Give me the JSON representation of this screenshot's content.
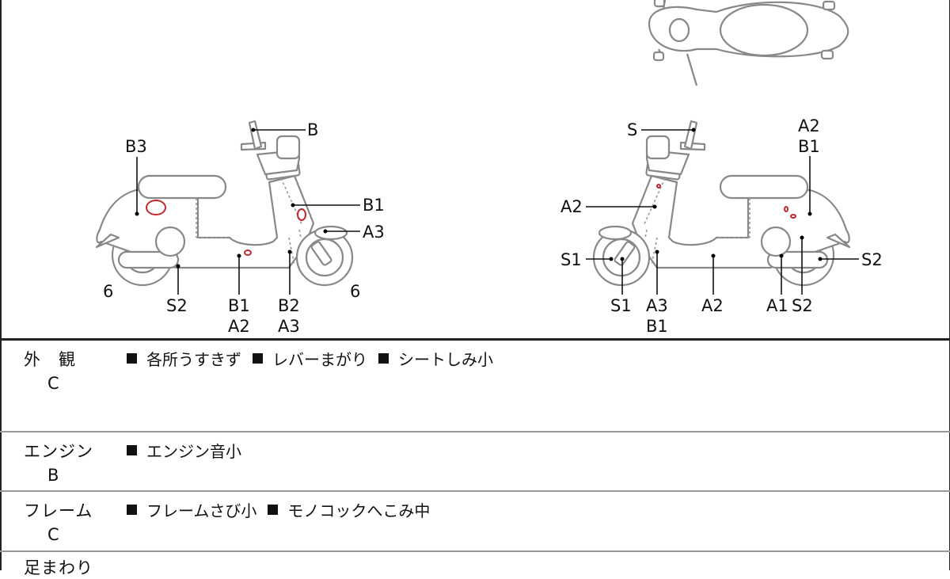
{
  "diagram": {
    "left_labels": {
      "handle": "B",
      "rear_body": "B3",
      "leg_shield": "B1",
      "front_fender": "A3",
      "rear_tire": "6",
      "front_tire": "6",
      "muffler": "S2",
      "floor_1": "B1",
      "floor_2": "A2",
      "lower_1": "B2",
      "lower_2": "A3"
    },
    "right_labels": {
      "handle": "S",
      "rear_1": "A2",
      "rear_2": "B1",
      "shield": "A2",
      "front_wheel_left": "S1",
      "front_wheel_bottom": "S1",
      "lower_1": "A3",
      "lower_2": "B1",
      "floor": "A2",
      "engine": "A1",
      "rear_axle": "S2",
      "rear_hub": "S2"
    },
    "colors": {
      "damage_mark": "#c0282d",
      "outline": "#888888"
    }
  },
  "sections": [
    {
      "category": "外　観",
      "grade": "C",
      "items": [
        "各所うすきず",
        "レバーまがり",
        "シートしみ小"
      ]
    },
    {
      "category": "エンジン",
      "grade": "B",
      "items": [
        "エンジン音小"
      ]
    },
    {
      "category": "フレーム",
      "grade": "C",
      "items": [
        "フレームさび小",
        "モノコックへこみ中"
      ]
    },
    {
      "category": "足まわり",
      "grade": "",
      "items": []
    }
  ]
}
